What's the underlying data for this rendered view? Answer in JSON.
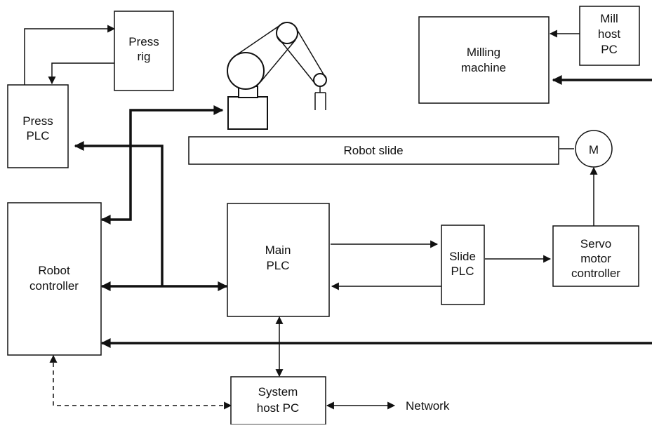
{
  "blocks": {
    "press_rig": [
      "Press",
      "rig"
    ],
    "press_plc": [
      "Press",
      "PLC"
    ],
    "robot_controller": [
      "Robot",
      "controller"
    ],
    "main_plc": [
      "Main",
      "PLC"
    ],
    "slide_plc": [
      "Slide",
      "PLC"
    ],
    "servo_controller": [
      "Servo",
      "motor",
      "controller"
    ],
    "milling_machine": [
      "Milling",
      "machine"
    ],
    "mill_host_pc": [
      "Mill",
      "host",
      "PC"
    ],
    "system_host_pc": [
      "System",
      "host PC"
    ],
    "robot_slide": "Robot slide",
    "motor": "M",
    "network": "Network"
  }
}
